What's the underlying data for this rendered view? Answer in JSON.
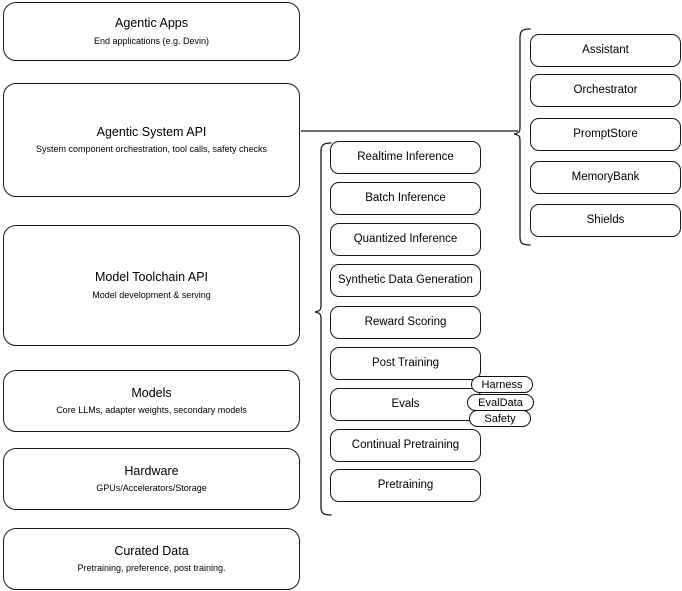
{
  "diagram": {
    "title": "Agentic AI stack layers diagram",
    "stroke_color": "#1a1a1a",
    "background_color": "#ffffff",
    "layers": [
      {
        "title": "Agentic Apps",
        "subtitle": "End applications (e.g. Devin)"
      },
      {
        "title": "Agentic System API",
        "subtitle": "System component orchestration, tool calls, safety checks"
      },
      {
        "title": "Model Toolchain API",
        "subtitle": "Model development & serving"
      },
      {
        "title": "Models",
        "subtitle": "Core LLMs, adapter weights, secondary models"
      },
      {
        "title": "Hardware",
        "subtitle": "GPUs/Accelerators/Storage"
      },
      {
        "title": "Curated Data",
        "subtitle": "Pretraining, preference, post training."
      }
    ],
    "toolchain_components": [
      {
        "label": "Realtime Inference"
      },
      {
        "label": "Batch Inference"
      },
      {
        "label": "Quantized Inference"
      },
      {
        "label": "Synthetic Data Generation"
      },
      {
        "label": "Reward Scoring"
      },
      {
        "label": "Post Training"
      },
      {
        "label": "Evals"
      },
      {
        "label": "Continual Pretraining"
      },
      {
        "label": "Pretraining"
      }
    ],
    "system_components": [
      {
        "label": "Assistant"
      },
      {
        "label": "Orchestrator"
      },
      {
        "label": "PromptStore"
      },
      {
        "label": "MemoryBank"
      },
      {
        "label": "Shields"
      }
    ],
    "evals_badges": [
      {
        "label": "Harness"
      },
      {
        "label": "EvalData"
      },
      {
        "label": "Safety"
      }
    ]
  }
}
